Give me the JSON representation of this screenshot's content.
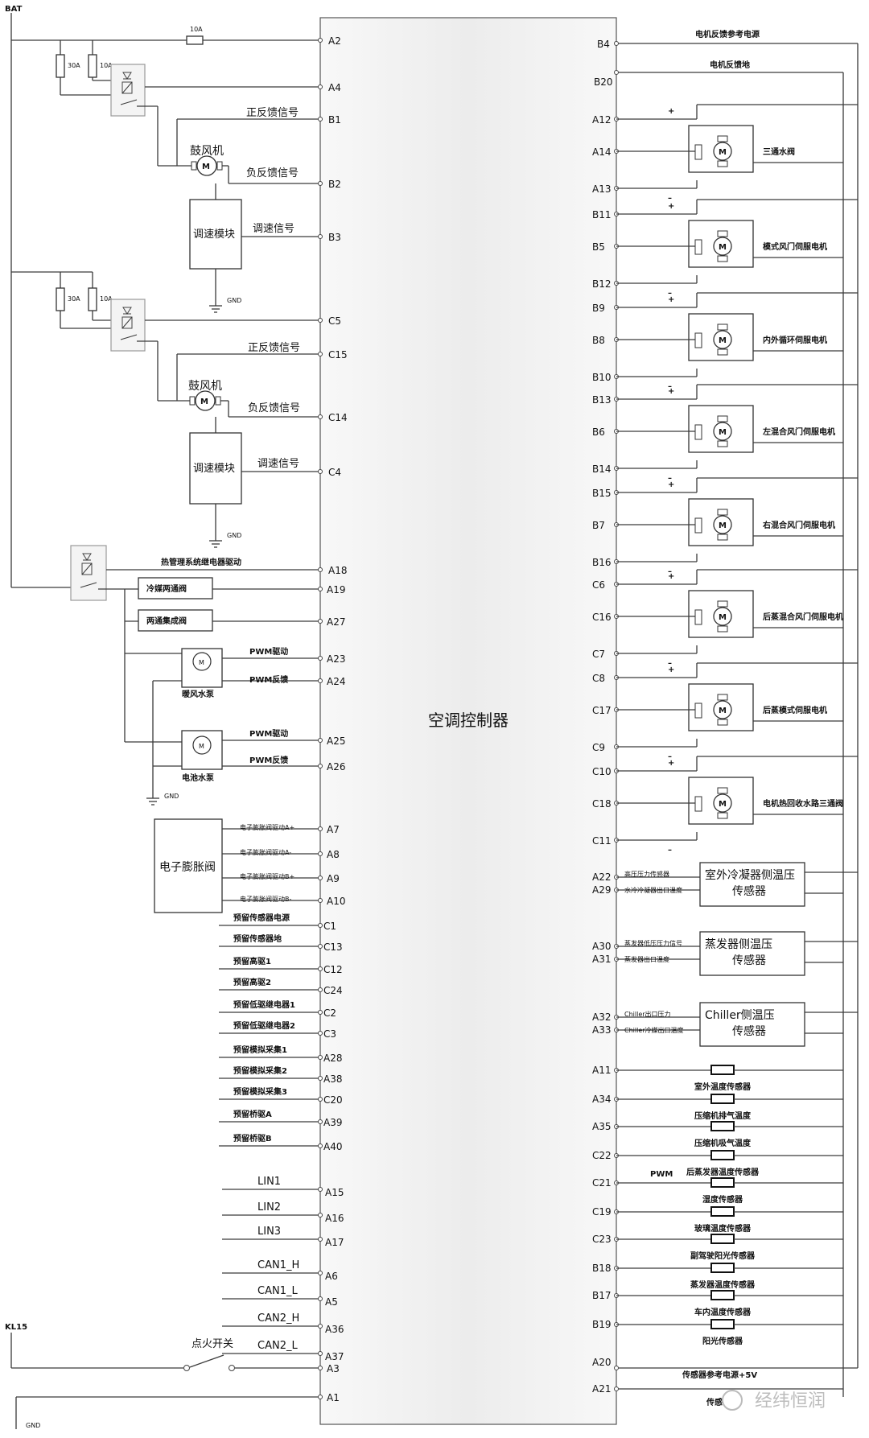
{
  "controller": {
    "title": "空调控制器"
  },
  "power": {
    "bat": "BAT",
    "kl15": "KL15",
    "gnd": "GND",
    "fuse_10a": "10A",
    "fuse_30a": "30A",
    "ignition_switch": "点火开关"
  },
  "blower": {
    "name": "鼓风机",
    "speed_module": "调速模块",
    "pos_feedback": "正反馈信号",
    "neg_feedback": "负反馈信号",
    "speed_signal": "调速信号",
    "motor_symbol": "M"
  },
  "left_pins": {
    "A2": "A2",
    "A4": "A4",
    "B1": "B1",
    "B2": "B2",
    "B3": "B3",
    "C5": "C5",
    "C15": "C15",
    "C14": "C14",
    "C4": "C4",
    "A18": "A18",
    "A19": "A19",
    "A27": "A27",
    "A23": "A23",
    "A24": "A24",
    "A25": "A25",
    "A26": "A26",
    "A7": "A7",
    "A8": "A8",
    "A9": "A9",
    "A10": "A10"
  },
  "thermal": {
    "relay_drive": "热管理系统继电器驱动",
    "valve_refrig": "冷媒两通阀",
    "valve_integrated": "两通集成阀",
    "pump1": "暖风水泵",
    "pump2": "电池水泵",
    "pwm_drive": "PWM驱动",
    "pwm_feedback": "PWM反馈"
  },
  "exv": {
    "name": "电子膨胀阀",
    "signals": [
      "电子膨胀阀驱动A+",
      "电子膨胀阀驱动A-",
      "电子膨胀阀驱动B+",
      "电子膨胀阀驱动B-"
    ]
  },
  "reserved": [
    {
      "pin": "C1",
      "label": "预留传感器电源"
    },
    {
      "pin": "C13",
      "label": "预留传感器地"
    },
    {
      "pin": "C12",
      "label": "预留高驱1"
    },
    {
      "pin": "C24",
      "label": "预留高驱2"
    },
    {
      "pin": "C2",
      "label": "预留低驱继电器1"
    },
    {
      "pin": "C3",
      "label": "预留低驱继电器2"
    },
    {
      "pin": "A28",
      "label": "预留模拟采集1"
    },
    {
      "pin": "A38",
      "label": "预留模拟采集2"
    },
    {
      "pin": "C20",
      "label": "预留模拟采集3"
    },
    {
      "pin": "A39",
      "label": "预留桥驱A"
    },
    {
      "pin": "A40",
      "label": "预留桥驱B"
    }
  ],
  "bus": [
    {
      "pin": "A15",
      "label": "LIN1"
    },
    {
      "pin": "A16",
      "label": "LIN2"
    },
    {
      "pin": "A17",
      "label": "LIN3"
    },
    {
      "pin": "A6",
      "label": "CAN1_H"
    },
    {
      "pin": "A5",
      "label": "CAN1_L"
    },
    {
      "pin": "A36",
      "label": "CAN2_H"
    },
    {
      "pin": "A37",
      "label": "CAN2_L"
    }
  ],
  "bottom_pins": {
    "A3": "A3",
    "A1": "A1"
  },
  "right_top": {
    "B4": "B4",
    "B20": "B20",
    "ref_power": "电机反馈参考电源",
    "fb_gnd": "电机反馈地"
  },
  "actuators": [
    {
      "top": "A12",
      "mid": "A14",
      "bot": "A13",
      "name": "三通水阀"
    },
    {
      "top": "B11",
      "mid": "B5",
      "bot": "B12",
      "name": "模式风门伺服电机"
    },
    {
      "top": "B9",
      "mid": "B8",
      "bot": "B10",
      "name": "内外循环伺服电机"
    },
    {
      "top": "B13",
      "mid": "B6",
      "bot": "B14",
      "name": "左混合风门伺服电机"
    },
    {
      "top": "B15",
      "mid": "B7",
      "bot": "B16",
      "name": "右混合风门伺服电机"
    },
    {
      "top": "C6",
      "mid": "C16",
      "bot": "C7",
      "name": "后蒸混合风门伺服电机"
    },
    {
      "top": "C8",
      "mid": "C17",
      "bot": "C9",
      "name": "后蒸模式伺服电机"
    },
    {
      "top": "C10",
      "mid": "C18",
      "bot": "C11",
      "name": "电机热回收水路三通阀"
    }
  ],
  "plus": "+",
  "minus": "–",
  "pt_sensors": [
    {
      "pins": [
        "A22",
        "A29"
      ],
      "signals": [
        "高压压力传感器",
        "水冷冷凝器出口温度"
      ],
      "name1": "室外冷凝器侧温压",
      "name2": "传感器"
    },
    {
      "pins": [
        "A30",
        "A31"
      ],
      "signals": [
        "蒸发器低压压力信号",
        "蒸发器出口温度"
      ],
      "name1": "蒸发器侧温压",
      "name2": "传感器"
    },
    {
      "pins": [
        "A32",
        "A33"
      ],
      "signals": [
        "Chiller出口压力",
        "Chiller冷媒出口温度"
      ],
      "name1": "Chiller侧温压",
      "name2": "传感器"
    }
  ],
  "temp_sensors": [
    {
      "pin": "A11",
      "label": "室外温度传感器"
    },
    {
      "pin": "A34",
      "label": "压缩机排气温度"
    },
    {
      "pin": "A35",
      "label": "压缩机吸气温度"
    },
    {
      "pin": "C22",
      "label": "后蒸发器温度传感器"
    },
    {
      "pin": "C21",
      "label": "湿度传感器"
    },
    {
      "pin": "C19",
      "label": "玻璃温度传感器"
    },
    {
      "pin": "C23",
      "label": "副驾驶阳光传感器"
    },
    {
      "pin": "B18",
      "label": "蒸发器温度传感器"
    },
    {
      "pin": "B17",
      "label": "车内温度传感器"
    },
    {
      "pin": "B19",
      "label": "阳光传感器"
    }
  ],
  "pwm_tag": "PWM",
  "right_bottom": {
    "A20": "A20",
    "A21": "A21",
    "sensor_ref": "传感器参考电源+5V",
    "sensor_gnd": "传感"
  },
  "watermark": "经纬恒润"
}
